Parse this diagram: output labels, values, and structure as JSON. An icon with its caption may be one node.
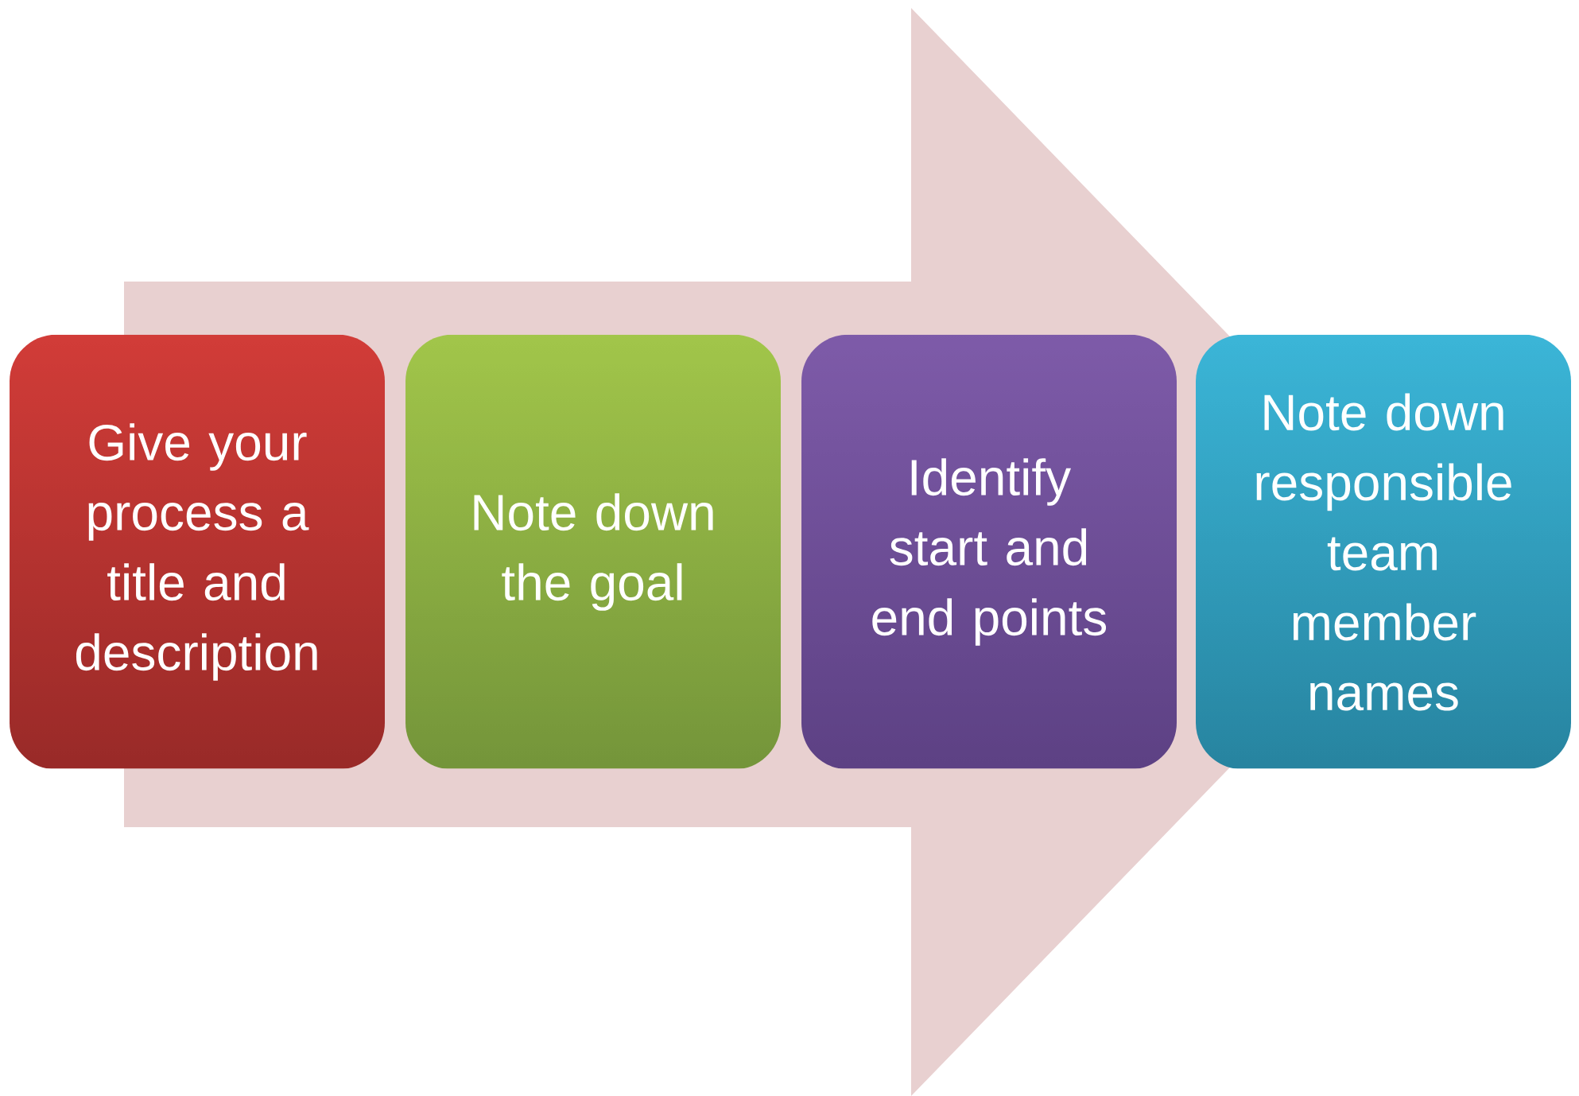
{
  "diagram": {
    "nodes": [
      {
        "text": [
          "Give your process a title and description"
        ]
      },
      {
        "text": [
          "Note down the goal"
        ]
      },
      {
        "text": [
          "Identify start and end points"
        ]
      },
      {
        "text": [
          "Note down responsible team member names"
        ]
      }
    ],
    "edges": [
      {
        "from": 0,
        "to": 3,
        "arrow": "to"
      }
    ]
  }
}
